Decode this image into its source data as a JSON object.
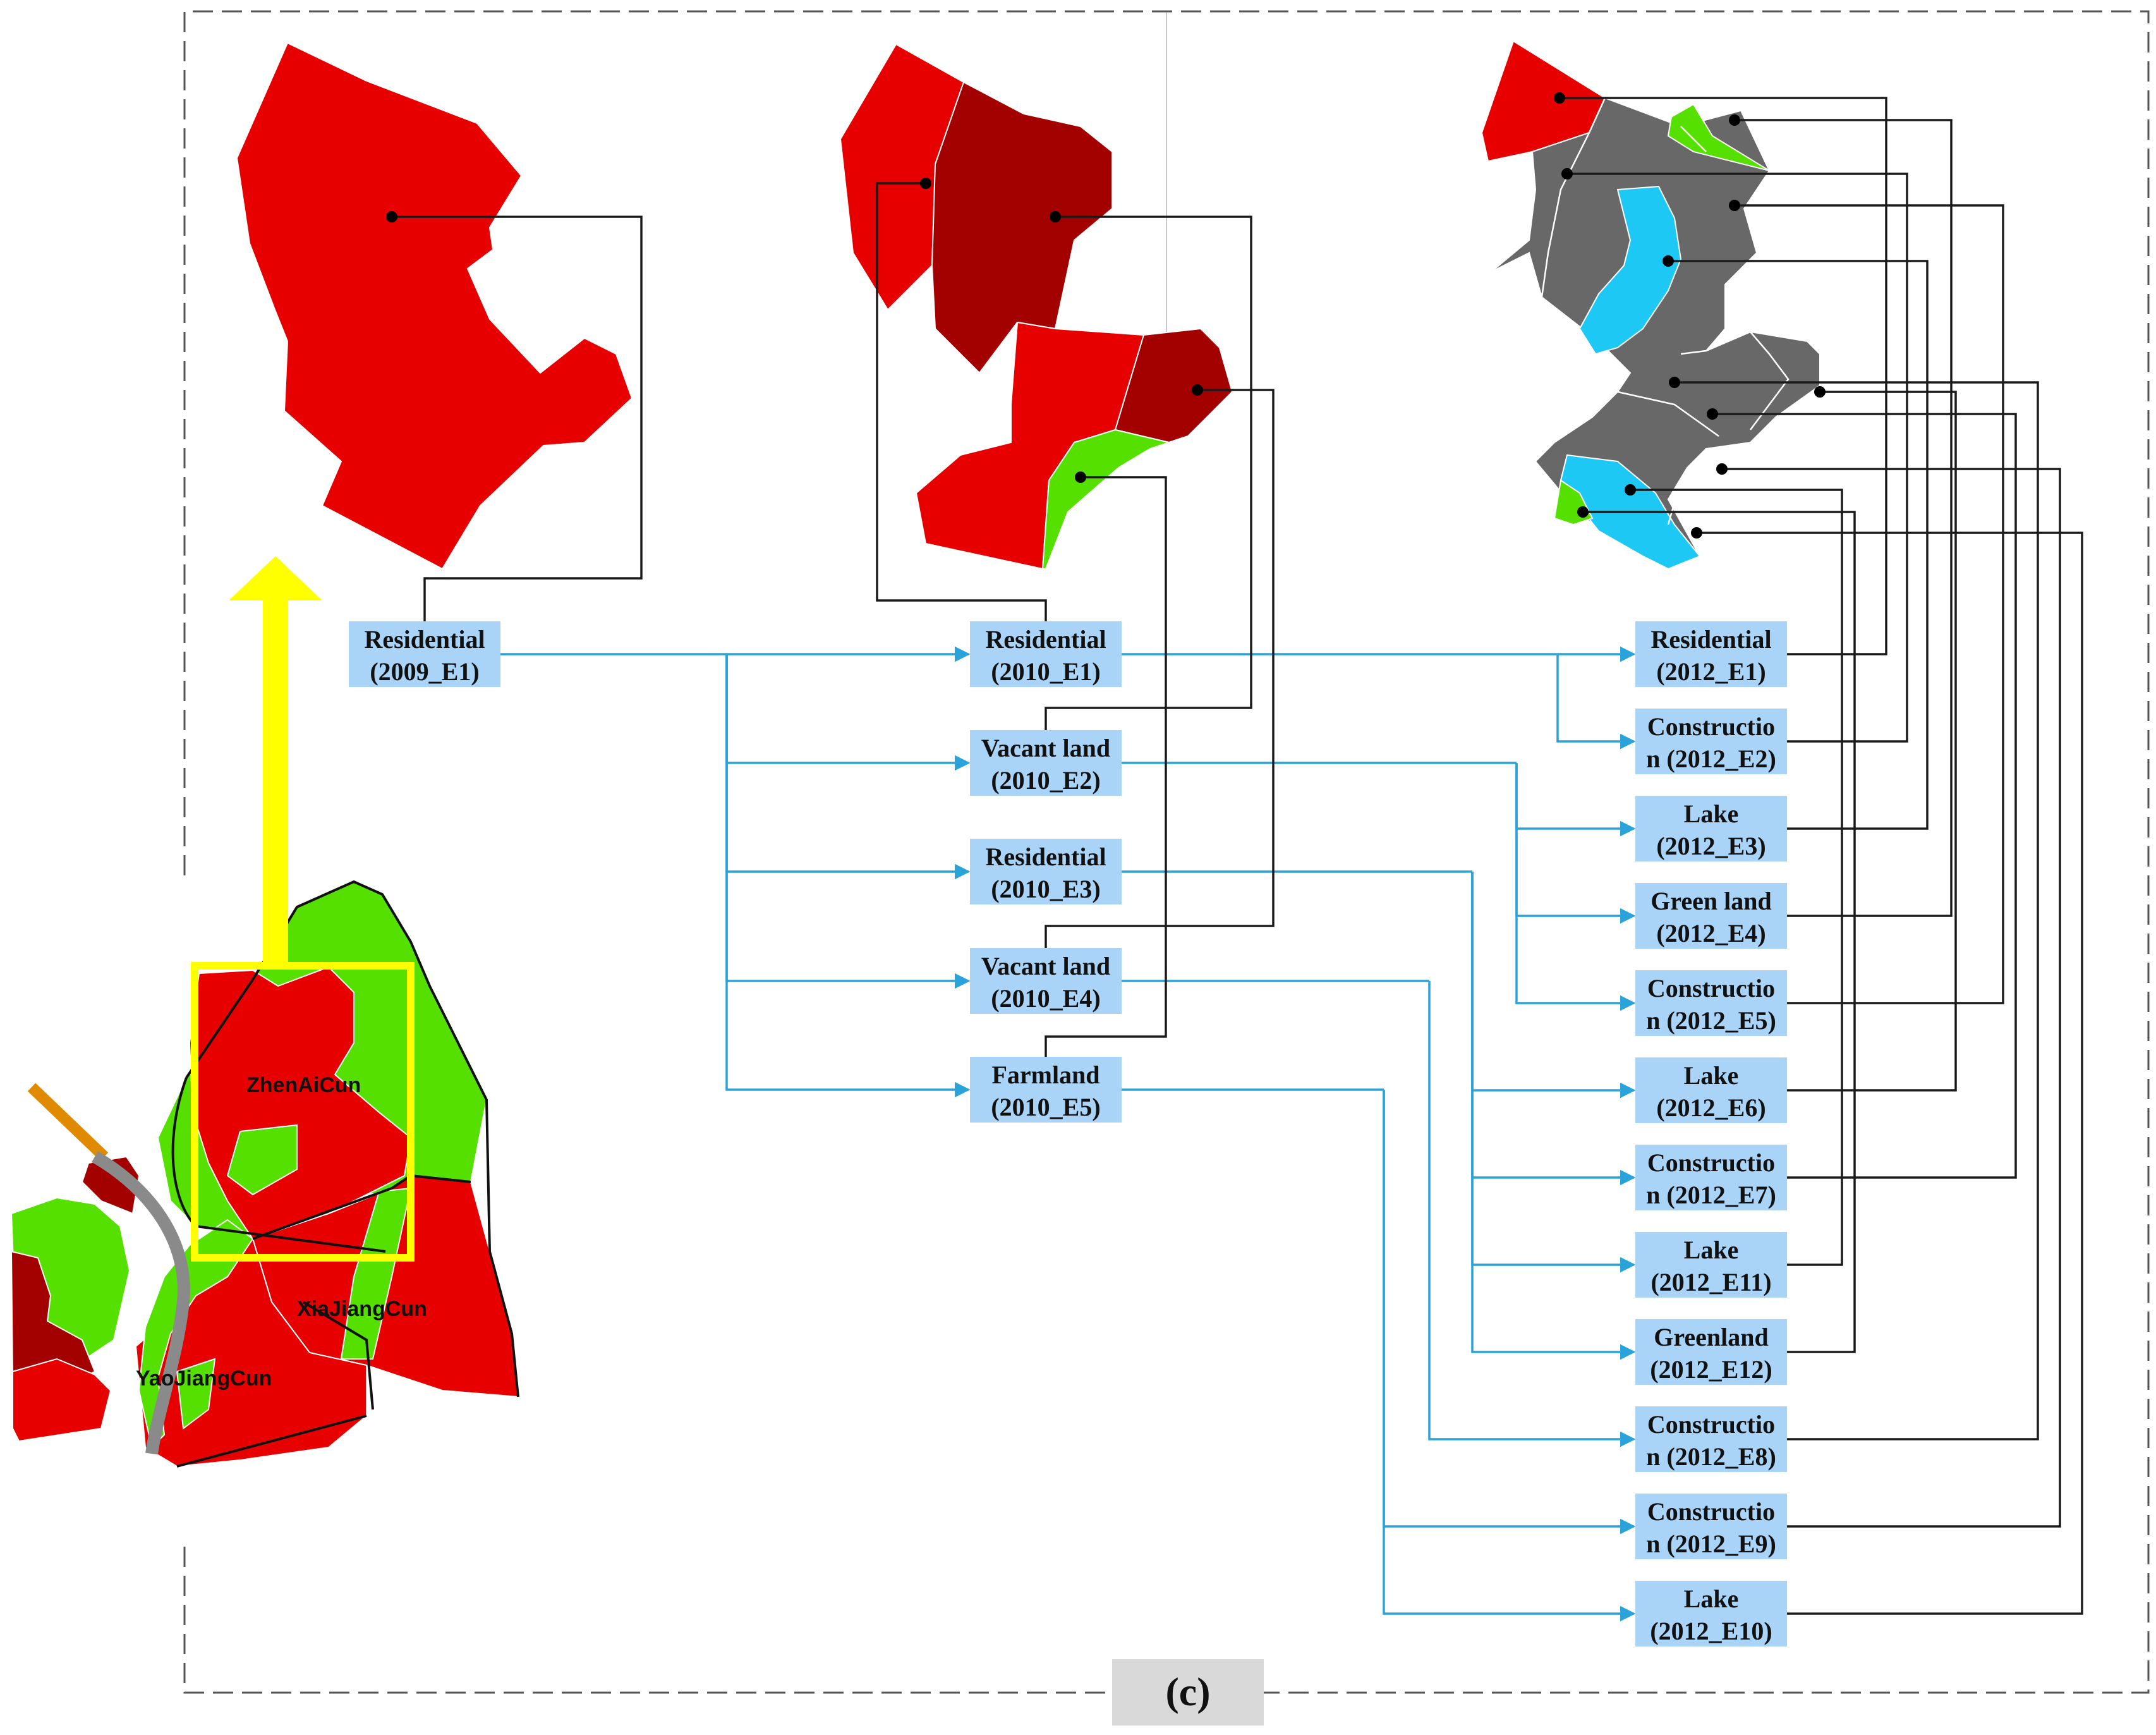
{
  "colors": {
    "residential": "#e60000",
    "residential_dark": "#a30000",
    "greenland": "#55e000",
    "lake": "#1ec8f5",
    "construction": "#686868",
    "node_fill": "#a9d3f7",
    "highlight": "#ffff00",
    "road": "#8a8a8a",
    "road_orange": "#e08a00",
    "connector_blue": "#29a3d9",
    "connector_black": "#1a1a1a"
  },
  "panel_label": "(c)",
  "map": {
    "labels": [
      "ZhenAiCun",
      "XiaJiangCun",
      "YaoJiangCun"
    ]
  },
  "nodes_2009": [
    {
      "id": "2009_E1",
      "line1": "Residential",
      "line2": "(2009_E1)"
    }
  ],
  "nodes_2010": [
    {
      "id": "2010_E1",
      "line1": "Residential",
      "line2": "(2010_E1)"
    },
    {
      "id": "2010_E2",
      "line1": "Vacant land",
      "line2": "(2010_E2)"
    },
    {
      "id": "2010_E3",
      "line1": "Residential",
      "line2": "(2010_E3)"
    },
    {
      "id": "2010_E4",
      "line1": "Vacant land",
      "line2": "(2010_E4)"
    },
    {
      "id": "2010_E5",
      "line1": "Farmland",
      "line2": "(2010_E5)"
    }
  ],
  "nodes_2012": [
    {
      "id": "2012_E1",
      "line1": "Residential",
      "line2": "(2012_E1)"
    },
    {
      "id": "2012_E2",
      "line1": "Constructio",
      "line2": "n (2012_E2)"
    },
    {
      "id": "2012_E3",
      "line1": "Lake",
      "line2": "(2012_E3)"
    },
    {
      "id": "2012_E4",
      "line1": "Green land",
      "line2": "(2012_E4)"
    },
    {
      "id": "2012_E5",
      "line1": "Constructio",
      "line2": "n (2012_E5)"
    },
    {
      "id": "2012_E6",
      "line1": "Lake",
      "line2": "(2012_E6)"
    },
    {
      "id": "2012_E7",
      "line1": "Constructio",
      "line2": "n (2012_E7)"
    },
    {
      "id": "2012_E11",
      "line1": "Lake",
      "line2": "(2012_E11)"
    },
    {
      "id": "2012_E12",
      "line1": "Greenland",
      "line2": "(2012_E12)"
    },
    {
      "id": "2012_E8",
      "line1": "Constructio",
      "line2": "n (2012_E8)"
    },
    {
      "id": "2012_E9",
      "line1": "Constructio",
      "line2": "n (2012_E9)"
    },
    {
      "id": "2012_E10",
      "line1": "Lake",
      "line2": "(2012_E10)"
    }
  ],
  "transitions": [
    {
      "from": "2009_E1",
      "to": [
        "2010_E1",
        "2010_E2",
        "2010_E3",
        "2010_E4",
        "2010_E5"
      ]
    },
    {
      "from": "2010_E1",
      "to": [
        "2012_E1",
        "2012_E2"
      ]
    },
    {
      "from": "2010_E2",
      "to": [
        "2012_E3",
        "2012_E4",
        "2012_E5"
      ]
    },
    {
      "from": "2010_E3",
      "to": [
        "2012_E6",
        "2012_E7",
        "2012_E11",
        "2012_E12"
      ]
    },
    {
      "from": "2010_E4",
      "to": [
        "2012_E8"
      ]
    },
    {
      "from": "2010_E5",
      "to": [
        "2012_E9",
        "2012_E10"
      ]
    }
  ]
}
